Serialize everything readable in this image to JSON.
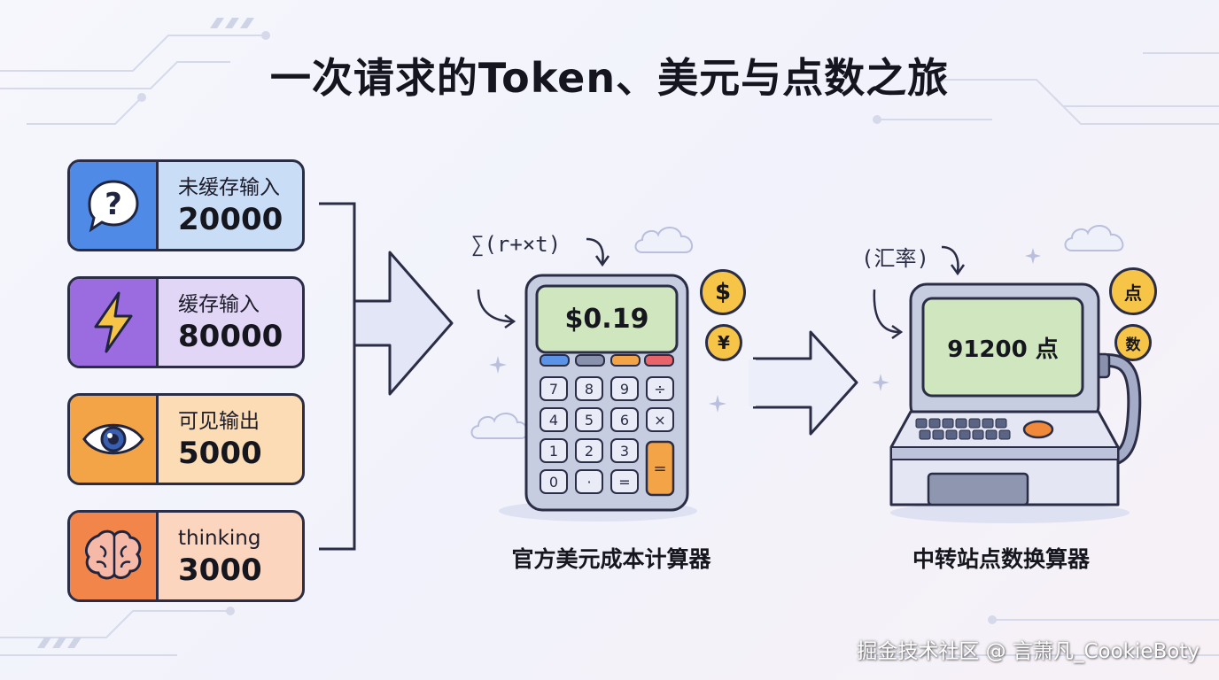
{
  "title": "一次请求的Token、美元与点数之旅",
  "inputs": [
    {
      "label": "未缓存输入",
      "value": "20000",
      "icon": "question-bubble-icon",
      "color": "#c9ddf7",
      "icon_bg": "#4f8be6"
    },
    {
      "label": "缓存输入",
      "value": "80000",
      "icon": "lightning-icon",
      "color": "#e2d6f7",
      "icon_bg": "#9b6be0"
    },
    {
      "label": "可见输出",
      "value": "5000",
      "icon": "eye-icon",
      "color": "#fbdcb4",
      "icon_bg": "#f3a446"
    },
    {
      "label": "thinking",
      "value": "3000",
      "icon": "brain-icon",
      "color": "#fbd5bd",
      "icon_bg": "#f2864a"
    }
  ],
  "calculator": {
    "display": "$0.19",
    "formula": "∑(r+×t)",
    "caption": "官方美元成本计算器",
    "keys": [
      "7",
      "8",
      "9",
      "÷",
      "4",
      "5",
      "6",
      "×",
      "1",
      "2",
      "3",
      "0",
      "·",
      "=",
      "="
    ],
    "badges": [
      "$",
      "¥"
    ]
  },
  "exchanger": {
    "display": "91200 点",
    "note": "(汇率)",
    "caption": "中转站点数换算器",
    "badges": [
      "点",
      "数"
    ]
  },
  "watermark": "掘金技术社区 @ 言萧凡_CookieBoty",
  "colors": {
    "outline": "#2a2d45",
    "arrow": "#e3e6f7",
    "screen": "#cfe6be",
    "badge": "#f6c548"
  }
}
